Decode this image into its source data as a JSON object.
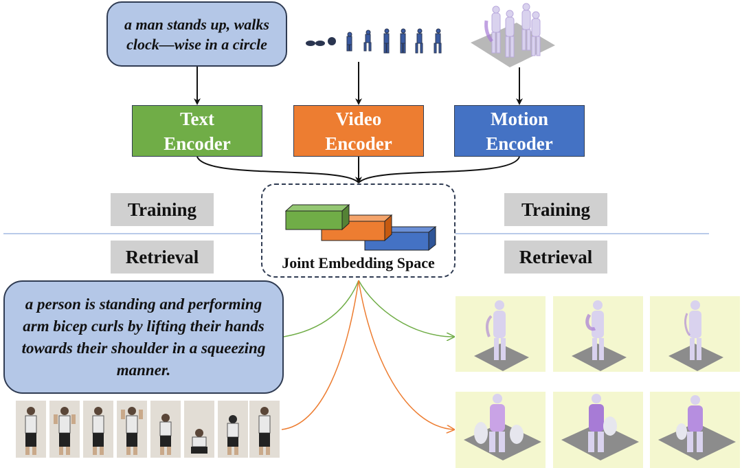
{
  "top_caption": "a man stands up, walks clock—wise in a circle",
  "query_caption": "a person is standing and performing arm bicep curls by lifting their hands towards their shoulder in a squeezing manner.",
  "encoders": {
    "text": {
      "line1": "Text",
      "line2": "Encoder"
    },
    "video": {
      "line1": "Video",
      "line2": "Encoder"
    },
    "motion": {
      "line1": "Motion",
      "line2": "Encoder"
    }
  },
  "phase_labels": {
    "left_training": "Training",
    "left_retrieval": "Retrieval",
    "right_training": "Training",
    "right_retrieval": "Retrieval"
  },
  "joint_space_label": "Joint Embedding Space",
  "colors": {
    "text_encoder": "#70ad47",
    "video_encoder": "#ed7d31",
    "motion_encoder": "#4472c4",
    "caption_fill": "#b4c7e7",
    "phase_tag": "#d0d0d0",
    "result_background": "#f4f7cf",
    "motion_figure": "#c9bde8",
    "motion_trail": "#a77bd6"
  },
  "icons": [
    "human-pose-sequence",
    "motion-capture-figure",
    "video-frame"
  ]
}
